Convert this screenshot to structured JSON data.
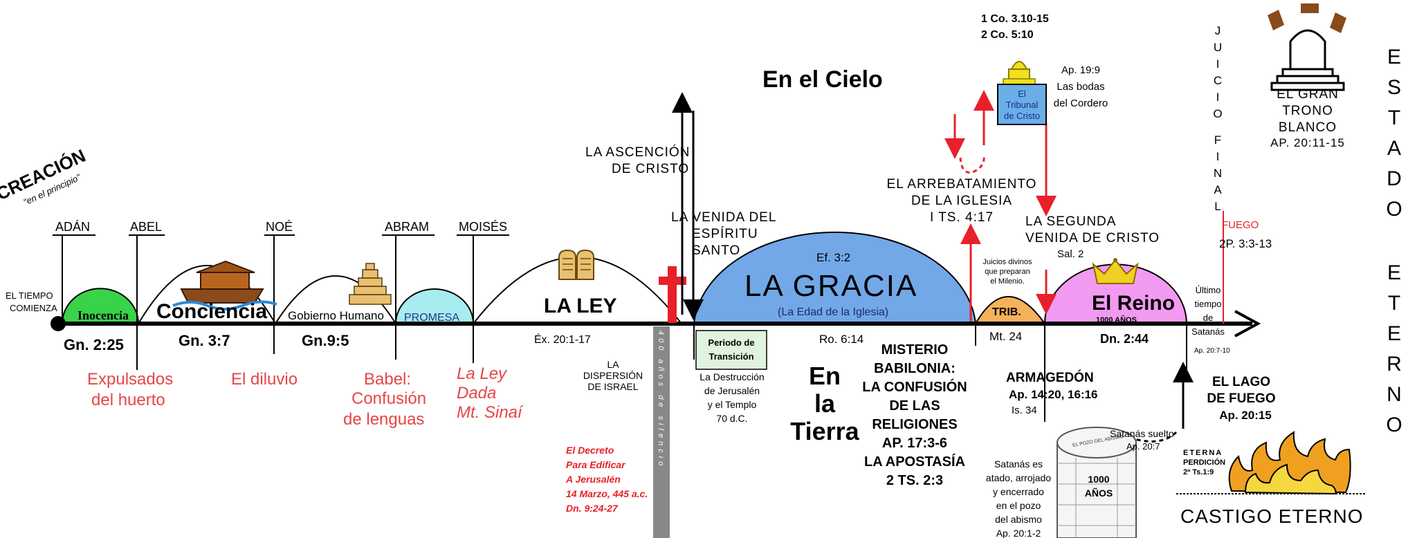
{
  "creacion": {
    "title": "CREACIÓN",
    "sub": "\"en el principio\""
  },
  "tiempo_comienza": [
    "EL TIEMPO",
    "COMIENZA"
  ],
  "people": [
    "ADÁN",
    "ABEL",
    "NOÉ",
    "ABRAM",
    "MOISÉS"
  ],
  "dispensations": {
    "inocencia": "Inocencia",
    "conciencia": "Conciencia",
    "gobierno": "Gobierno Humano",
    "promesa": "PROMESA",
    "ley": "LA LEY",
    "gracia": "LA GRACIA",
    "gracia_ref": "Ef. 3:2",
    "gracia_sub": "(La Edad de la Iglesia)",
    "trib": "TRIB.",
    "reino": "El Reino",
    "reino_sub": "1000 AÑOS"
  },
  "refs": {
    "gn225": "Gn. 2:25",
    "gn37": "Gn. 3:7",
    "gn95": "Gn.9:5",
    "ex20": "Éx. 20:1-17",
    "ro614": "Ro. 6:14",
    "mt24": "Mt. 24",
    "dn244": "Dn. 2:44",
    "ap2071": "Ap. 20:7-10"
  },
  "events_red": {
    "expulsados": [
      "Expulsados",
      "del huerto"
    ],
    "diluvio": "El diluvio",
    "babel": [
      "Babel:",
      "Confusión",
      "de lenguas"
    ],
    "ley_dada": [
      "La Ley",
      "Dada",
      "Mt. Sinaí"
    ],
    "decreto": [
      "El Decreto",
      "Para Edificar",
      "A Jerusalén",
      "14 Marzo, 445 a.c.",
      "Dn. 9:24-27"
    ]
  },
  "dispersion": [
    "LA",
    "DISPERSIÓN",
    "DE ISRAEL"
  ],
  "silencio": "400 años de silencio",
  "ascension": [
    "LA ASCENCIÓN",
    "DE CRISTO"
  ],
  "venida_espiritu": [
    "LA VENIDA DEL",
    "ESPÍRITU",
    "SANTO"
  ],
  "periodo": [
    "Periodo de",
    "Transición"
  ],
  "destruccion": [
    "La Destrucción",
    "de Jerusalén",
    "y el Templo",
    "70 d.C."
  ],
  "cielo": "En el Cielo",
  "tierra": [
    "En",
    "la",
    "Tierra"
  ],
  "misterio": [
    "MISTERIO",
    "BABILONIA:",
    "LA CONFUSIÓN",
    "DE LAS",
    "RELIGIONES",
    "AP. 17:3-6",
    "LA APOSTASÍA",
    "2 TS. 2:3"
  ],
  "corintios": [
    "1 Co. 3.10-15",
    "2 Co. 5:10"
  ],
  "tribunal": [
    "El",
    "Tribunal",
    "de Cristo"
  ],
  "bodas": [
    "Ap. 19:9",
    "Las bodas",
    "del Cordero"
  ],
  "arrebatamiento": [
    "EL ARREBATAMIENTO",
    "DE LA IGLESIA",
    "I TS. 4:17"
  ],
  "juicios": [
    "Juicios divinos",
    "que preparan",
    "el Milenio."
  ],
  "segunda_venida": [
    "LA SEGUNDA",
    "VENIDA DE CRISTO",
    "Sal. 2"
  ],
  "juicio_final": [
    "J",
    "U",
    "I",
    "C",
    "I",
    "O",
    "",
    "F",
    "I",
    "N",
    "A",
    "L"
  ],
  "fuego": [
    "FUEGO",
    "2P. 3:3-13"
  ],
  "ultimo": [
    "Último",
    "tiempo",
    "de",
    "Satanás"
  ],
  "gran_trono": [
    "EL GRAN",
    "TRONO",
    "BLANCO",
    "AP. 20:11-15"
  ],
  "estado": [
    "E",
    "S",
    "T",
    "A",
    "D",
    "O",
    "",
    "E",
    "T",
    "E",
    "R",
    "N",
    "O"
  ],
  "armagedon": [
    "ARMAGEDÓN",
    "Ap. 14:20, 16:16",
    "Is. 34"
  ],
  "satanas_atado": [
    "Satanás es",
    "atado, arrojado",
    "y encerrado",
    "en el pozo",
    "del abismo",
    "Ap. 20:1-2"
  ],
  "pozo": {
    "label": "EL POZO DEL ABISMO",
    "years": [
      "1000",
      "AÑOS"
    ]
  },
  "satanas_suelto": [
    "Satanás suelto",
    "Ap. 20:7"
  ],
  "lago": [
    "EL LAGO",
    "DE FUEGO",
    "Ap. 20:15"
  ],
  "eterna": [
    "ETERNA",
    "PERDICIÓN",
    "2ª Ts.1:9"
  ],
  "castigo": "CASTIGO ETERNO",
  "colors": {
    "green": "#39d34a",
    "promesa": "#a8ecf0",
    "gracia": "#72a8e8",
    "reino": "#f29af2",
    "trib": "#f5b25c",
    "red": "#e8202a",
    "event_red": "#e64545"
  }
}
